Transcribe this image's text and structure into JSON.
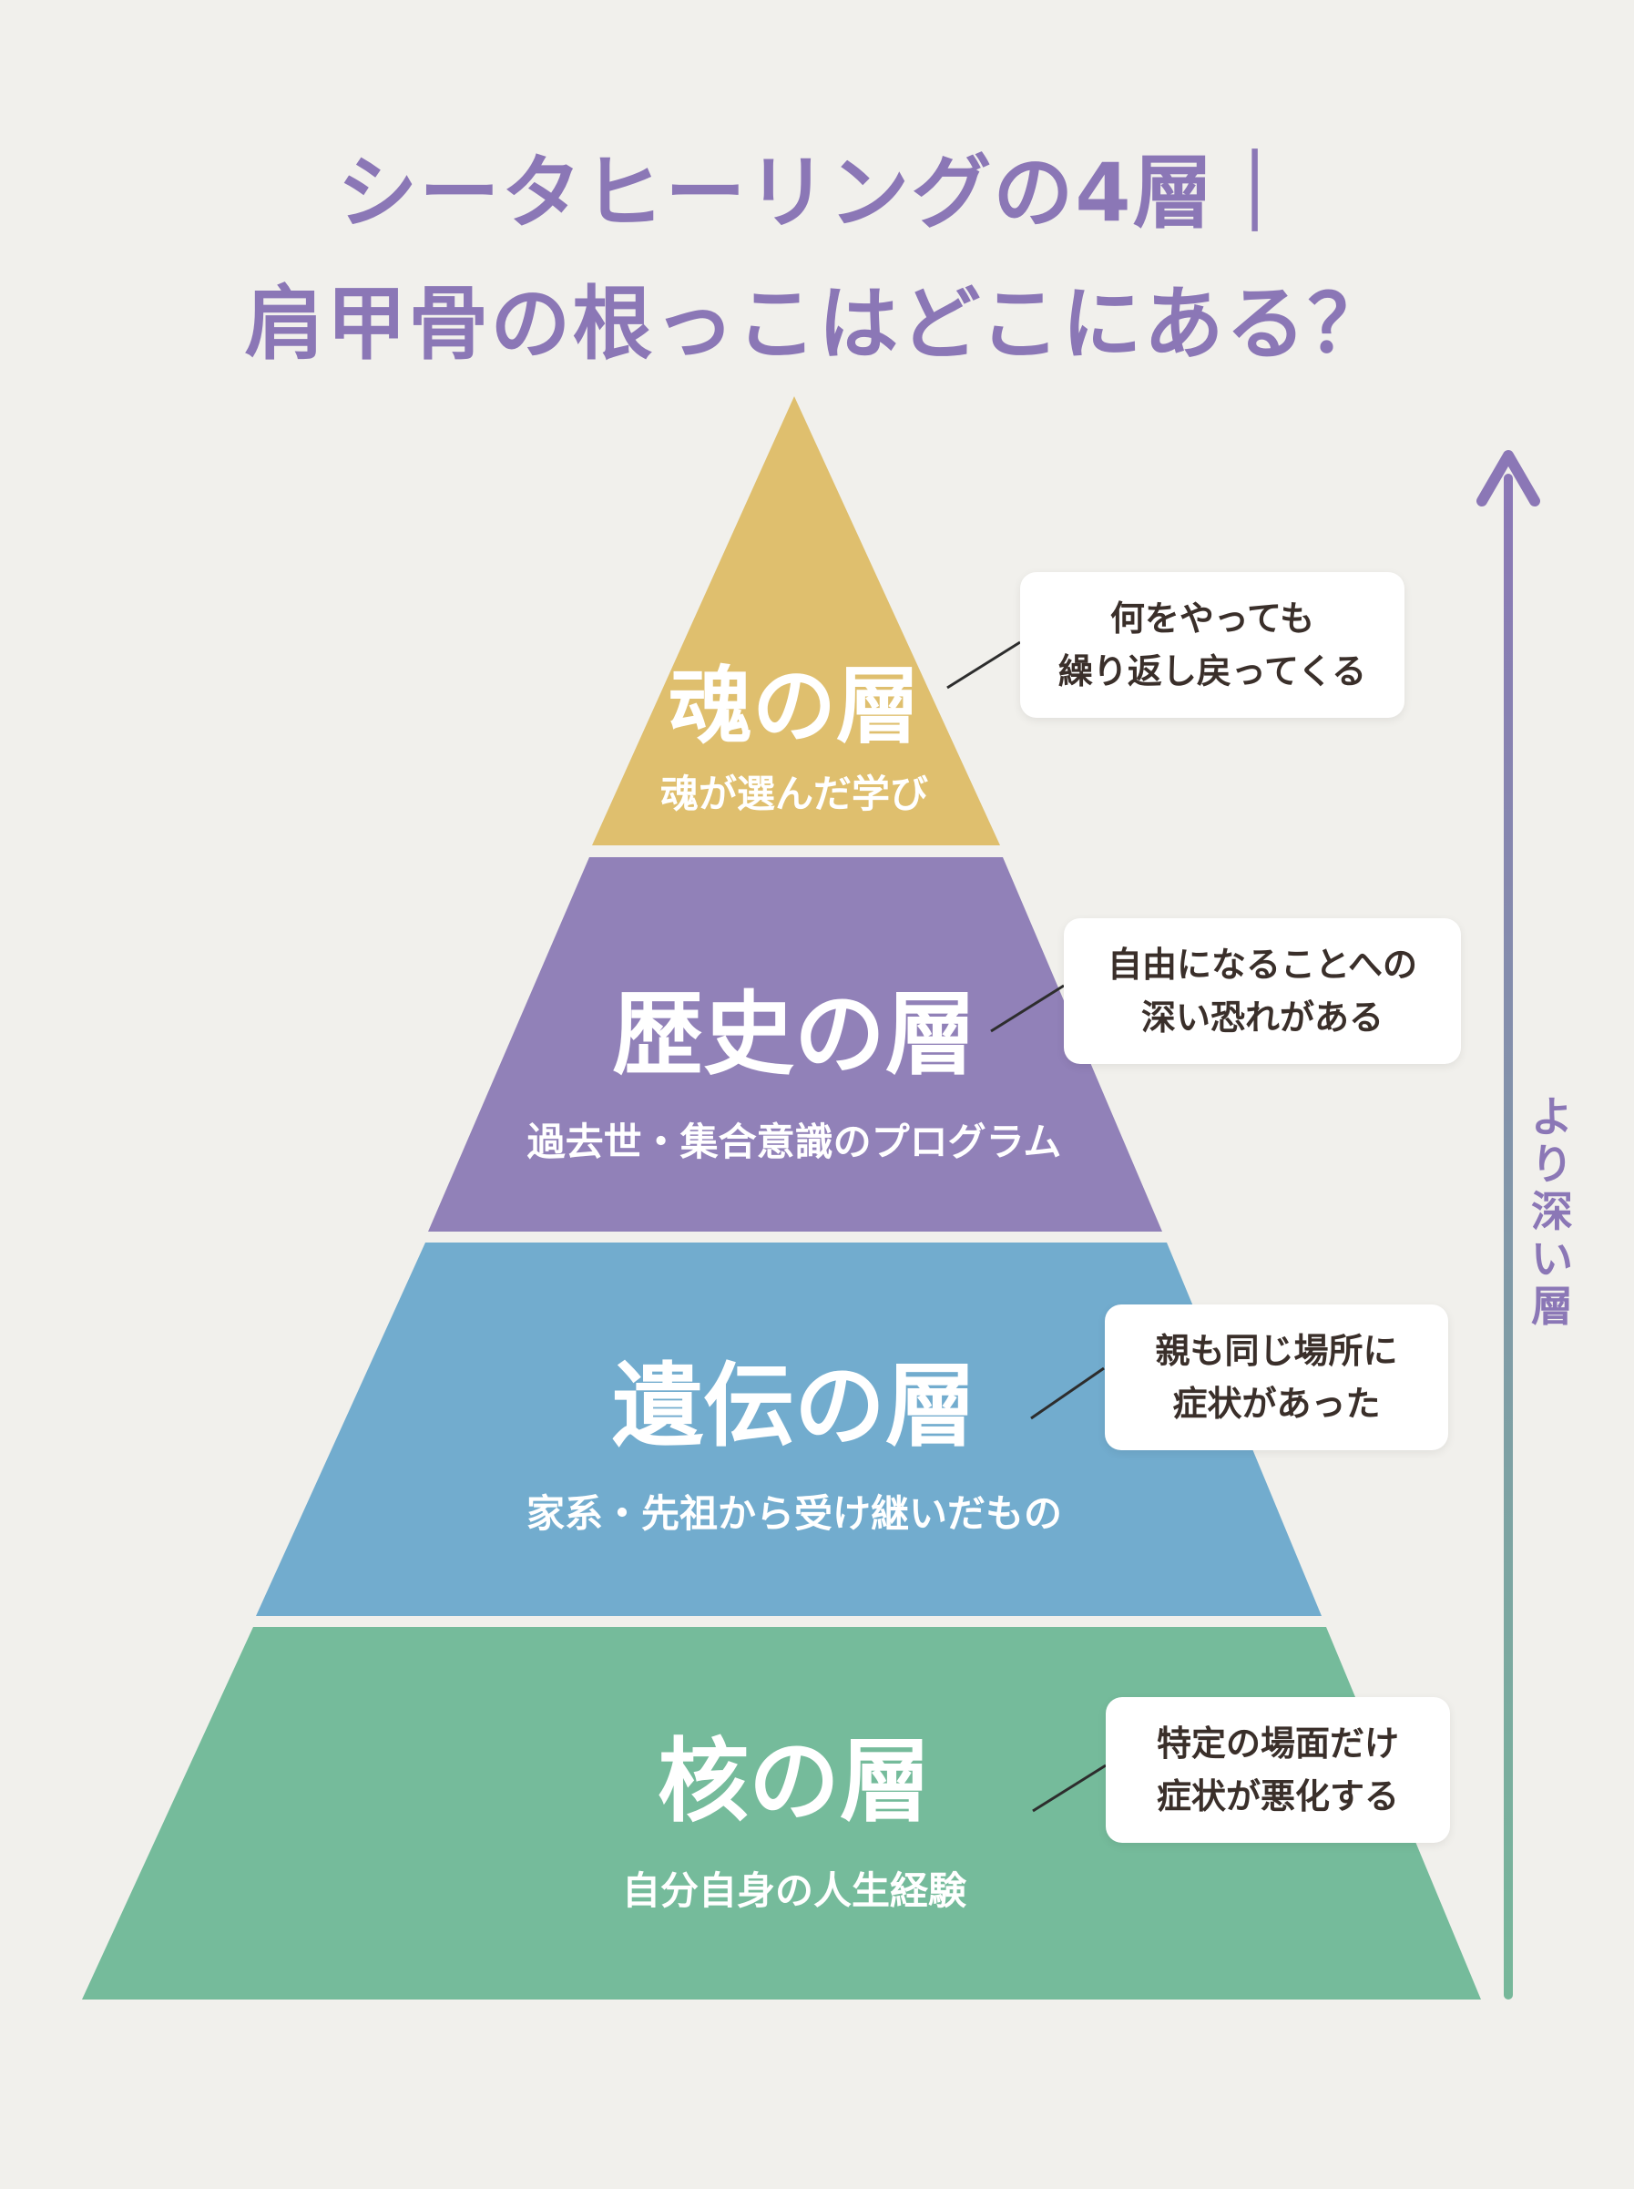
{
  "title": {
    "line1": "シータヒーリングの4層｜",
    "line2": "肩甲骨の根っこはどこにある？"
  },
  "layers": [
    {
      "name": "魂の層",
      "description": "魂が選んだ学び",
      "color": "#dfbf6e",
      "callout": [
        "何をやっても",
        "繰り返し戻ってくる"
      ]
    },
    {
      "name": "歴史の層",
      "description": "過去世・集合意識のプログラム",
      "color": "#9181b8",
      "callout": [
        "自由になることへの",
        "深い恐れがある"
      ]
    },
    {
      "name": "遺伝の層",
      "description": "家系・先祖から受け継いだもの",
      "color": "#72acce",
      "callout": [
        "親も同じ場所に",
        "症状があった"
      ]
    },
    {
      "name": "核の層",
      "description": "自分自身の人生経験",
      "color": "#75bb9b",
      "callout": [
        "特定の場面だけ",
        "症状が悪化する"
      ]
    }
  ],
  "arrow": {
    "label": "より深い層",
    "top_color": "#8b77b6",
    "bottom_color": "#77b89a"
  },
  "icons": {
    "arrow_head": "arrow-up-icon"
  }
}
